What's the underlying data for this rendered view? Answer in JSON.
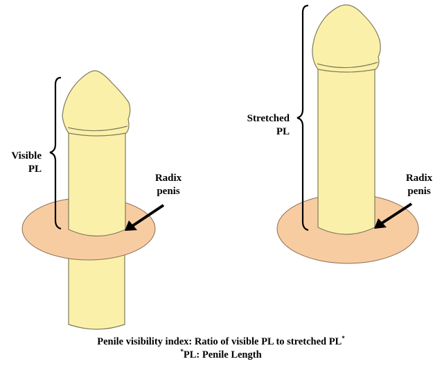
{
  "labels": {
    "visible_pl": [
      "Visible",
      "PL"
    ],
    "stretched_pl": [
      "Stretched",
      "PL"
    ],
    "radix_penis": [
      "Radix",
      "penis"
    ]
  },
  "caption": {
    "line1": "Penile visibility index: Ratio of visible PL to stretched PL",
    "line1_sup": "*",
    "line2_sup": "*",
    "line2": "PL: Penile Length"
  },
  "colors": {
    "shaft_fill": "#fbf0a9",
    "shaft_stroke": "#7d7a5c",
    "pad_fill": "#f8cca1",
    "pad_stroke": "#8a6c55",
    "ink": "#000000"
  }
}
